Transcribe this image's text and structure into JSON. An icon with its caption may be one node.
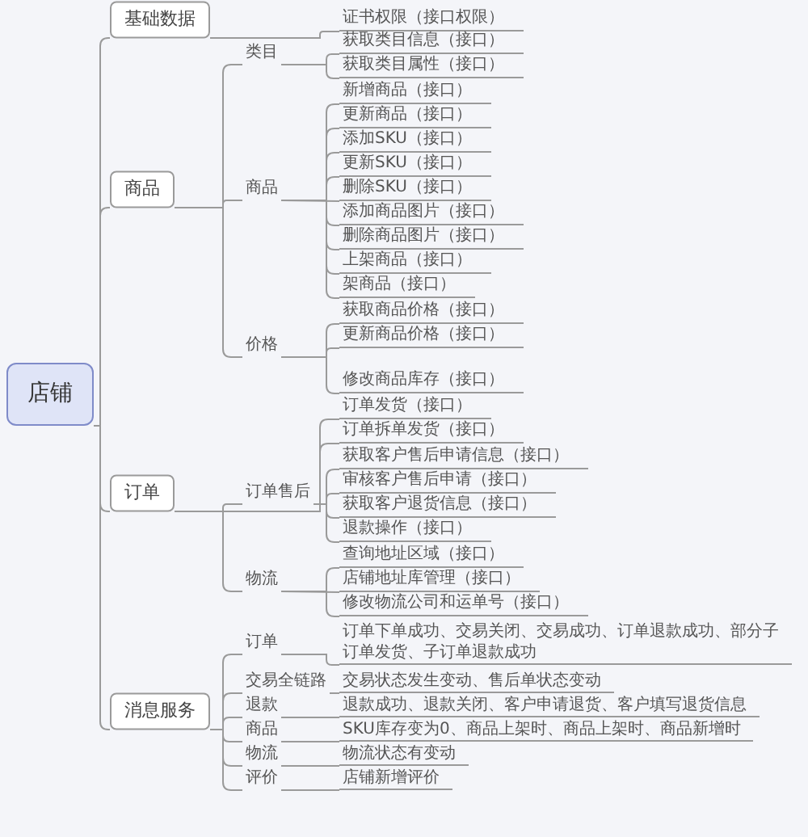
{
  "diagram": {
    "nodes": [
      {
        "text": [
          "店铺"
        ]
      },
      {
        "text": [
          "基础数据"
        ]
      },
      {
        "text": [
          "证书权限（接口权限）"
        ]
      },
      {
        "text": [
          "商品"
        ]
      },
      {
        "text": [
          "类目"
        ]
      },
      {
        "text": [
          "获取类目信息（接口）"
        ]
      },
      {
        "text": [
          "获取类目属性（接口）"
        ]
      },
      {
        "text": [
          "商品"
        ]
      },
      {
        "text": [
          "新增商品（接口）"
        ]
      },
      {
        "text": [
          "更新商品（接口）"
        ]
      },
      {
        "text": [
          "添加SKU（接口）"
        ]
      },
      {
        "text": [
          "更新SKU（接口）"
        ]
      },
      {
        "text": [
          "删除SKU（接口）"
        ]
      },
      {
        "text": [
          "添加商品图片（接口）"
        ]
      },
      {
        "text": [
          "删除商品图片（接口）"
        ]
      },
      {
        "text": [
          "上架商品（接口）"
        ]
      },
      {
        "text": [
          "架商品（接口）"
        ]
      },
      {
        "text": [
          "价格"
        ]
      },
      {
        "text": [
          "获取商品价格（接口）"
        ]
      },
      {
        "text": [
          "更新商品价格（接口）"
        ]
      },
      {
        "text": [
          "修改商品库存（接口）"
        ]
      },
      {
        "text": [
          "订单"
        ]
      },
      {
        "text": [
          "订单发货（接口）"
        ]
      },
      {
        "text": [
          "订单拆单发货（接口）"
        ]
      },
      {
        "text": [
          "订单售后"
        ]
      },
      {
        "text": [
          "获取客户售后申请信息（接口）"
        ]
      },
      {
        "text": [
          "审核客户售后申请（接口）"
        ]
      },
      {
        "text": [
          "获取客户退货信息（接口）"
        ]
      },
      {
        "text": [
          "退款操作（接口）"
        ]
      },
      {
        "text": [
          "物流"
        ]
      },
      {
        "text": [
          "查询地址区域（接口）"
        ]
      },
      {
        "text": [
          "店铺地址库管理（接口）"
        ]
      },
      {
        "text": [
          "修改物流公司和运单号（接口）"
        ]
      },
      {
        "text": [
          "消息服务"
        ]
      },
      {
        "text": [
          "订单"
        ]
      },
      {
        "text": [
          "订单下单成功、交易关闭、交易成功、订单退款成功、部分子订单发货、子订单退款成功"
        ]
      },
      {
        "text": [
          "交易全链路"
        ]
      },
      {
        "text": [
          "交易状态发生变动、售后单状态变动"
        ]
      },
      {
        "text": [
          "退款"
        ]
      },
      {
        "text": [
          "退款成功、退款关闭、客户申请退货、客户填写退货信息"
        ]
      },
      {
        "text": [
          "商品"
        ]
      },
      {
        "text": [
          "SKU库存变为0、商品上架时、商品上架时、商品新增时"
        ]
      },
      {
        "text": [
          "物流"
        ]
      },
      {
        "text": [
          "物流状态有变动"
        ]
      },
      {
        "text": [
          "评价"
        ]
      },
      {
        "text": [
          "店铺新增评价"
        ]
      }
    ],
    "edges": [
      {
        "from": 0,
        "to": 1,
        "arrow": "none"
      },
      {
        "from": 0,
        "to": 3,
        "arrow": "none"
      },
      {
        "from": 0,
        "to": 21,
        "arrow": "none"
      },
      {
        "from": 0,
        "to": 33,
        "arrow": "none"
      },
      {
        "from": 1,
        "to": 2,
        "arrow": "none"
      },
      {
        "from": 3,
        "to": 4,
        "arrow": "none"
      },
      {
        "from": 3,
        "to": 7,
        "arrow": "none"
      },
      {
        "from": 3,
        "to": 17,
        "arrow": "none"
      },
      {
        "from": 4,
        "to": 5,
        "arrow": "none"
      },
      {
        "from": 4,
        "to": 6,
        "arrow": "none"
      },
      {
        "from": 7,
        "to": 8,
        "arrow": "none"
      },
      {
        "from": 7,
        "to": 9,
        "arrow": "none"
      },
      {
        "from": 7,
        "to": 10,
        "arrow": "none"
      },
      {
        "from": 7,
        "to": 11,
        "arrow": "none"
      },
      {
        "from": 7,
        "to": 12,
        "arrow": "none"
      },
      {
        "from": 7,
        "to": 13,
        "arrow": "none"
      },
      {
        "from": 7,
        "to": 14,
        "arrow": "none"
      },
      {
        "from": 7,
        "to": 15,
        "arrow": "none"
      },
      {
        "from": 7,
        "to": 16,
        "arrow": "none"
      },
      {
        "from": 17,
        "to": 18,
        "arrow": "none"
      },
      {
        "from": 17,
        "to": 19,
        "arrow": "none"
      },
      {
        "from": 17,
        "to": 20,
        "arrow": "none"
      },
      {
        "from": 21,
        "to": 22,
        "arrow": "none"
      },
      {
        "from": 21,
        "to": 23,
        "arrow": "none"
      },
      {
        "from": 21,
        "to": 24,
        "arrow": "none"
      },
      {
        "from": 21,
        "to": 29,
        "arrow": "none"
      },
      {
        "from": 24,
        "to": 25,
        "arrow": "none"
      },
      {
        "from": 24,
        "to": 26,
        "arrow": "none"
      },
      {
        "from": 24,
        "to": 27,
        "arrow": "none"
      },
      {
        "from": 24,
        "to": 28,
        "arrow": "none"
      },
      {
        "from": 29,
        "to": 30,
        "arrow": "none"
      },
      {
        "from": 29,
        "to": 31,
        "arrow": "none"
      },
      {
        "from": 29,
        "to": 32,
        "arrow": "none"
      },
      {
        "from": 33,
        "to": 34,
        "arrow": "none"
      },
      {
        "from": 33,
        "to": 36,
        "arrow": "none"
      },
      {
        "from": 33,
        "to": 38,
        "arrow": "none"
      },
      {
        "from": 33,
        "to": 40,
        "arrow": "none"
      },
      {
        "from": 33,
        "to": 42,
        "arrow": "none"
      },
      {
        "from": 33,
        "to": 44,
        "arrow": "none"
      },
      {
        "from": 34,
        "to": 35,
        "arrow": "none"
      },
      {
        "from": 36,
        "to": 37,
        "arrow": "none"
      },
      {
        "from": 38,
        "to": 39,
        "arrow": "none"
      },
      {
        "from": 40,
        "to": 41,
        "arrow": "none"
      },
      {
        "from": 42,
        "to": 43,
        "arrow": "none"
      },
      {
        "from": 44,
        "to": 45,
        "arrow": "none"
      }
    ]
  }
}
